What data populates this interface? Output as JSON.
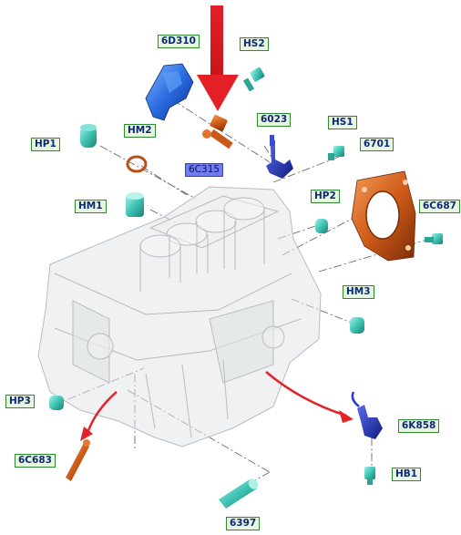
{
  "labels": {
    "l_6d310": "6D310",
    "l_hs2": "HS2",
    "l_hp1": "HP1",
    "l_hm2": "HM2",
    "l_6023": "6023",
    "l_hs1": "HS1",
    "l_6701": "6701",
    "l_6c315": "6C315",
    "l_hm1": "HM1",
    "l_hp2": "HP2",
    "l_6c687": "6C687",
    "l_hm3": "HM3",
    "l_hp3": "HP3",
    "l_6k858": "6K858",
    "l_6c683": "6C683",
    "l_hb1": "HB1",
    "l_6397": "6397"
  },
  "colors": {
    "label_bg": "#e8f5df",
    "label_border": "#2f8a2f",
    "label_text": "#0d2a78",
    "highlight_label_bg": "#6f7cf2",
    "arrow_red": "#e8202a",
    "part_teal": "#3fbfb0",
    "part_blue": "#1e5fd6",
    "part_navy": "#1a2a9a",
    "part_orange": "#d0621c",
    "engine_block": "#d7d9db"
  },
  "highlighted_part": "6C315"
}
